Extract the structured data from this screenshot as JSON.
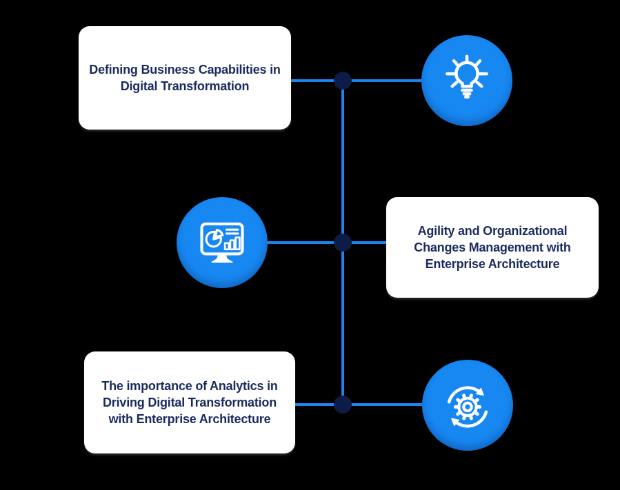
{
  "theme": {
    "colors": {
      "bg": "#000000",
      "accent": "#1787f2",
      "connector": "#1b84f0",
      "node-dot": "#0d1c47",
      "card-bg": "#ffffff",
      "card-text": "#1a2a5e"
    }
  },
  "diagram": {
    "type": "vertical-timeline-infographic",
    "spine": {
      "orientation": "vertical",
      "nodes": 3
    },
    "topics": [
      {
        "side": "left",
        "icon": "lightbulb-idea-icon",
        "lines": [
          "Defining Business Capabilities in",
          "Digital Transformation"
        ],
        "full_text": "Defining Business Capabilities in Digital Transformation"
      },
      {
        "side": "right",
        "icon": "analytics-dashboard-monitor-icon",
        "lines": [
          "Agility and Organizational",
          "Changes Management with",
          "Enterprise Architecture"
        ],
        "full_text": "Agility and Organizational Changes Management with Enterprise Architecture"
      },
      {
        "side": "left",
        "icon": "gear-process-cycle-icon",
        "lines": [
          "The importance of Analytics in",
          "Driving Digital Transformation",
          "with Enterprise Architecture"
        ],
        "full_text": "The importance of Analytics in Driving Digital Transformation with Enterprise Architecture"
      }
    ]
  }
}
